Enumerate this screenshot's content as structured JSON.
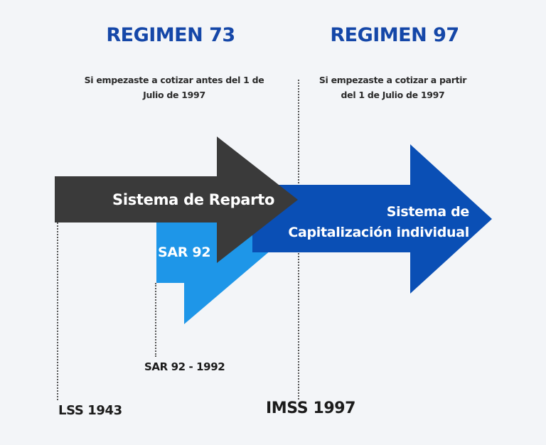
{
  "regimes": [
    {
      "title": "REGIMEN 73",
      "subtitle_line1": "Si empezaste a cotizar antes del 1 de",
      "subtitle_line2": "Julio de 1997"
    },
    {
      "title": "REGIMEN 97",
      "subtitle_line1": "Si empezaste a cotizar a partir",
      "subtitle_line2": "del 1 de Julio de 1997"
    }
  ],
  "arrows": {
    "reparto": {
      "label": "Sistema de Reparto",
      "color": "#3a3a3a"
    },
    "sar92": {
      "label": "SAR 92",
      "color": "#1e96e8"
    },
    "capitalizacion": {
      "label_line1": "Sistema de",
      "label_line2": "Capitalización individual",
      "color": "#0a4fb5"
    }
  },
  "milestones": [
    {
      "label": "LSS 1943"
    },
    {
      "label": "SAR 92 - 1992"
    },
    {
      "label": "IMSS 1997"
    }
  ],
  "colors": {
    "background": "#f3f5f8",
    "title": "#1547a8",
    "text": "#1b1b1b"
  }
}
